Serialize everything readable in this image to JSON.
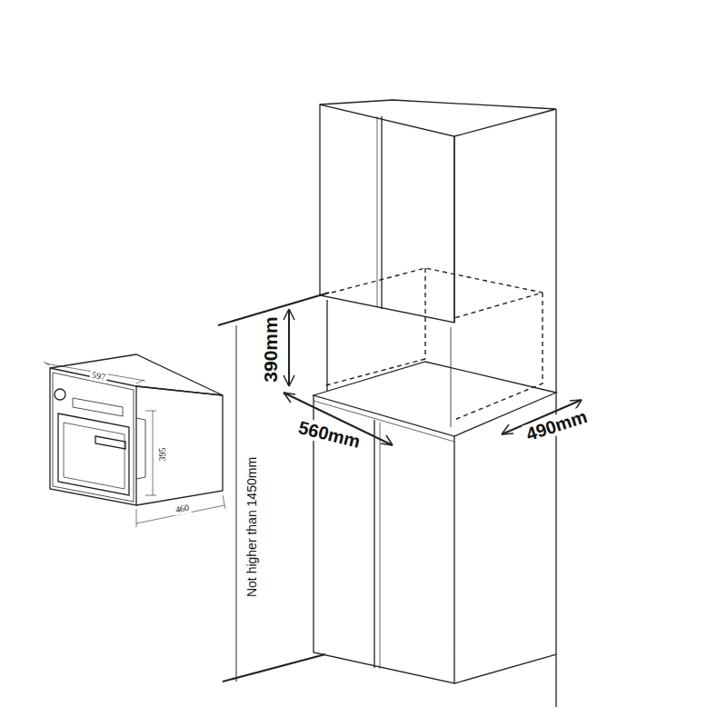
{
  "diagram": {
    "labels": [
      "597",
      "395",
      "460",
      "390mm",
      "560mm",
      "490mm",
      "Not higher than 1450mm"
    ]
  }
}
